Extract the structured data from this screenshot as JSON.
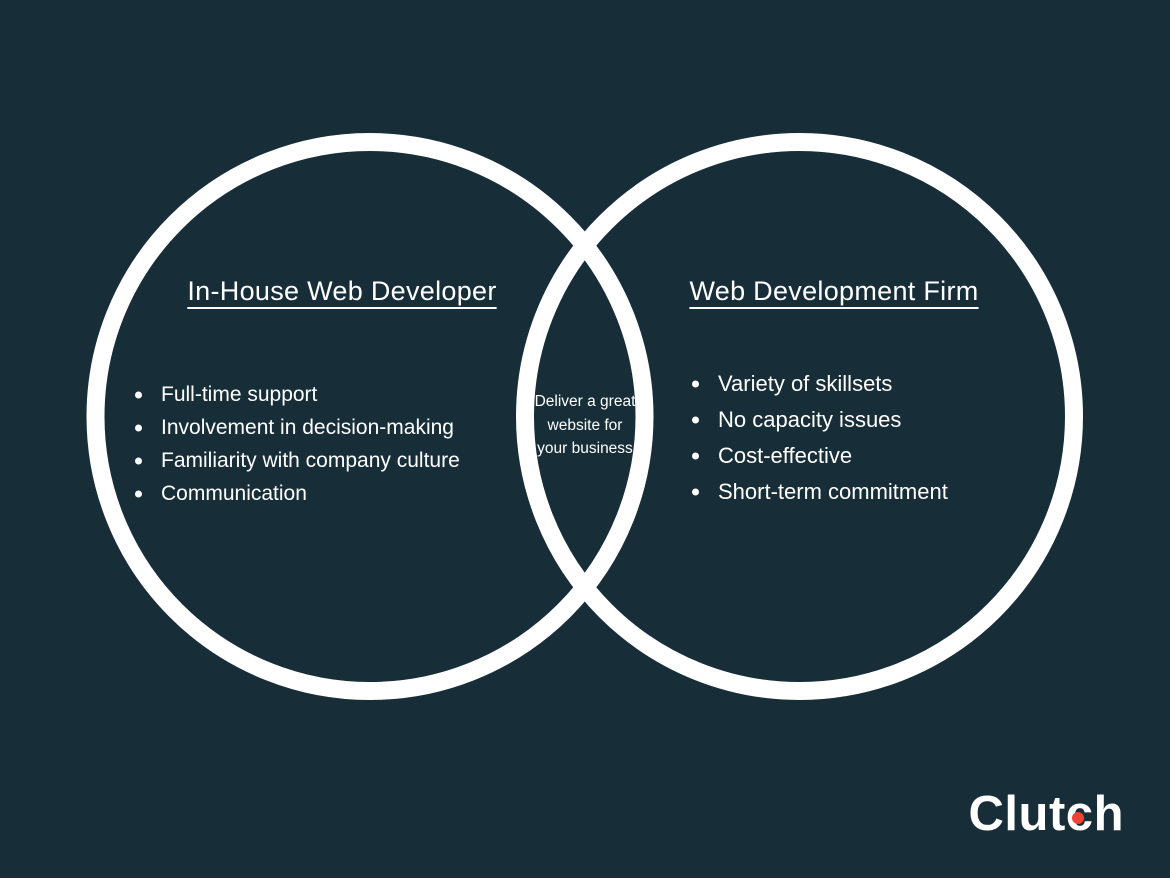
{
  "colors": {
    "background": "#172e39",
    "circle_stroke": "#ffffff",
    "text": "#ffffff",
    "logo_dot": "#ef4335"
  },
  "venn": {
    "left": {
      "title": "In-House Web Developer",
      "items": [
        "Full-time support",
        "Involvement in decision-making",
        "Familiarity with company culture",
        "Communication"
      ]
    },
    "right": {
      "title": "Web Development Firm",
      "items": [
        "Variety of skillsets",
        "No capacity issues",
        "Cost-effective",
        "Short-term commitment"
      ]
    },
    "overlap": {
      "text": "Deliver a great website for your business",
      "lines": [
        "Deliver a great",
        "website for",
        "your business"
      ]
    }
  },
  "logo": {
    "text": "Clutch",
    "text_before_dot": "Clut",
    "dot_letter": "c",
    "text_after_dot": "h"
  }
}
